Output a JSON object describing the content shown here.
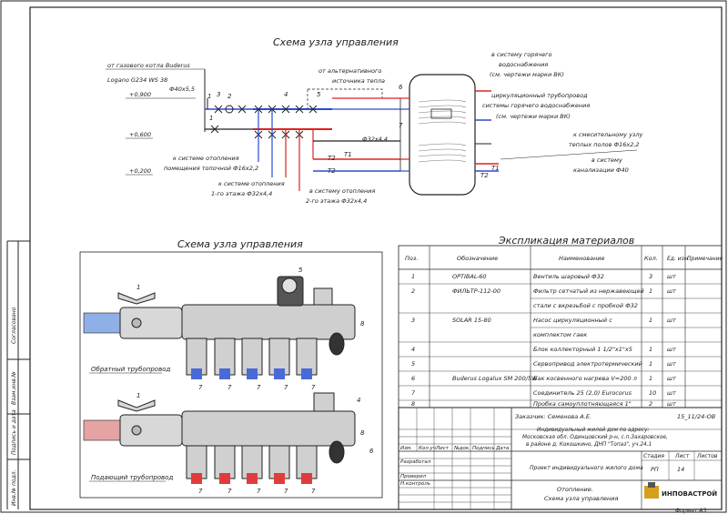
{
  "top_scheme": {
    "title": "Схема узла управления",
    "boiler_label_1": "от газового котла Buderus",
    "boiler_label_2": "Logano G234 WS 38",
    "pipe_size": "Ф40х5,5",
    "mark_0900": "+0,900",
    "mark_0600": "+0,600",
    "mark_0200": "+0,200",
    "alt_source_1": "от альтернативного",
    "alt_source_2": "источника тепла",
    "hot_water_1": "в систему горячего",
    "hot_water_2": "водоснабжения",
    "hot_water_3": "(см. чертежи марки ВК)",
    "circ_1": "циркуляционный трубопровод",
    "circ_2": "системы горячего водоснабжения",
    "circ_3": "(см. чертежи марки ВК)",
    "mixing_1": "к смесительному узлу",
    "mixing_2": "теплых полов Ф16х2,2",
    "sewer_1": "в систему",
    "sewer_2": "канализации Ф40",
    "pipe_32": "Ф32х4,4",
    "heating_room_1": "к системе отопления",
    "heating_room_2": "помещения топочной Ф16х2,2",
    "floor1_1": "к системе отопления",
    "floor1_2": "1-го этажа Ф32х4,4",
    "floor2_1": "в систему отопления",
    "floor2_2": "2-го этажа Ф32х4,4",
    "t1": "T1",
    "t2": "T2",
    "callouts": [
      "1",
      "3",
      "2",
      "1",
      "4",
      "5",
      "6",
      "7"
    ]
  },
  "bottom_scheme": {
    "title": "Схема узла управления",
    "return_pipe": "Обратный трубопровод",
    "supply_pipe": "Подающий трубопровод",
    "callouts": [
      "5",
      "1",
      "8",
      "7",
      "7",
      "7",
      "7",
      "7",
      "4",
      "1",
      "8",
      "7",
      "7",
      "7",
      "7",
      "7",
      "6"
    ]
  },
  "table": {
    "title": "Экспликация материалов",
    "headers": [
      "Поз.",
      "Обозначение",
      "Наименование",
      "Кол.",
      "Ед. изм.",
      "Примечание"
    ],
    "rows": [
      {
        "pos": "1",
        "mark": "OPTIBAL-60",
        "name": "Вентиль шаровый         Ф32",
        "qty": "3",
        "unit": "шт"
      },
      {
        "pos": "2",
        "mark": "ФИЛЬТР-112-00",
        "name": "Фильтр сетчатый из нержавеющей",
        "qty": "1",
        "unit": "шт"
      },
      {
        "pos": "",
        "mark": "",
        "name": "стали с вкрезьбой с пробкой Ф32",
        "qty": "",
        "unit": ""
      },
      {
        "pos": "3",
        "mark": "SOLAR 15-80",
        "name": "Насос циркуляционный с",
        "qty": "1",
        "unit": "шт"
      },
      {
        "pos": "",
        "mark": "",
        "name": "комплектом гаек",
        "qty": "",
        "unit": ""
      },
      {
        "pos": "4",
        "mark": "",
        "name": "Блок коллекторный   1 1/2\"х1\"х5",
        "qty": "1",
        "unit": "шт"
      },
      {
        "pos": "5",
        "mark": "",
        "name": "Сервопривод электротермический",
        "qty": "1",
        "unit": "шт"
      },
      {
        "pos": "6",
        "mark": "Buderus Logalux SM 200/5W",
        "name": "Бак косвенного нагрева V=200 л",
        "qty": "1",
        "unit": "шт"
      },
      {
        "pos": "7",
        "mark": "",
        "name": "Соединитель 25 (2,0) Eurocorus",
        "qty": "10",
        "unit": "шт"
      },
      {
        "pos": "8",
        "mark": "",
        "name": "Пробка самоуплотняющаяся 1\"",
        "qty": "2",
        "unit": "шт"
      }
    ]
  },
  "title_block": {
    "customer": "Заказчик: Семенова А.Е.",
    "code": "15_11/24-ОВ",
    "desc_1": "Индивидуальный жилой дом по адресу:",
    "desc_2": "Московская обл. Одинцовский р-н, с.п.Захаровское,",
    "desc_3": "в районе д. Кокошкино, ДНП \"Топаз\", уч.24.1",
    "cols": [
      "Изм.",
      "Кол.уч",
      "Лист",
      "№док.",
      "Подпись",
      "Дата"
    ],
    "roles": [
      "Разработал",
      "Проверил",
      "Н.контроль"
    ],
    "project": "Проект индивидуального жилого дома",
    "stage_h": "Стадия",
    "sheet_h": "Лист",
    "sheets_h": "Листов",
    "stage": "РП",
    "sheet": "14",
    "company": "ИНПОВАСТРОЙ",
    "drawing_1": "Отопление.",
    "drawing_2": "Схема узла управления",
    "format": "Формат А3",
    "side_1": "Согласовано",
    "side_2": "Взам.инв.№",
    "side_3": "Подпись и дата",
    "side_4": "Инв.№ подл."
  }
}
